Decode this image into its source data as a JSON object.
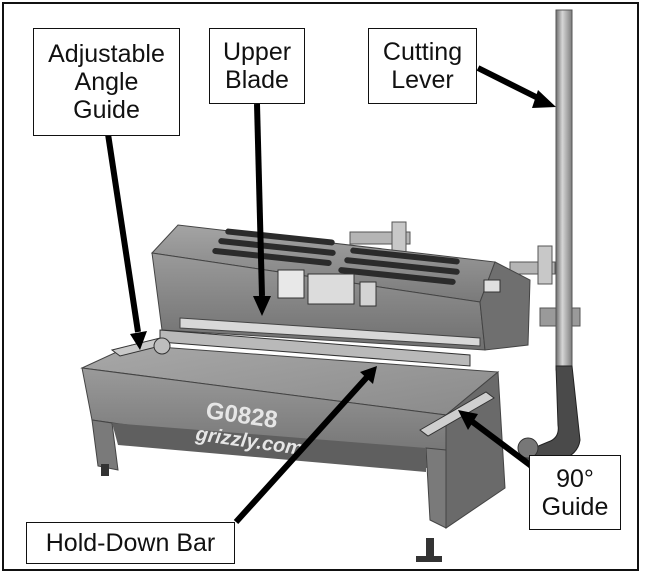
{
  "callouts": {
    "adjustable_angle_guide": [
      "Adjustable",
      "Angle",
      "Guide"
    ],
    "upper_blade": [
      "Upper",
      "Blade"
    ],
    "cutting_lever": [
      "Cutting",
      "Lever"
    ],
    "ninety_guide": [
      "90°",
      "Guide"
    ],
    "hold_down_bar": [
      "Hold-Down Bar"
    ]
  },
  "machine": {
    "model": "G0828",
    "brand_url": "grizzly.com"
  },
  "colors": {
    "machine_body": "#8d8d8d",
    "label_border": "#111111",
    "arrow": "#000000"
  }
}
